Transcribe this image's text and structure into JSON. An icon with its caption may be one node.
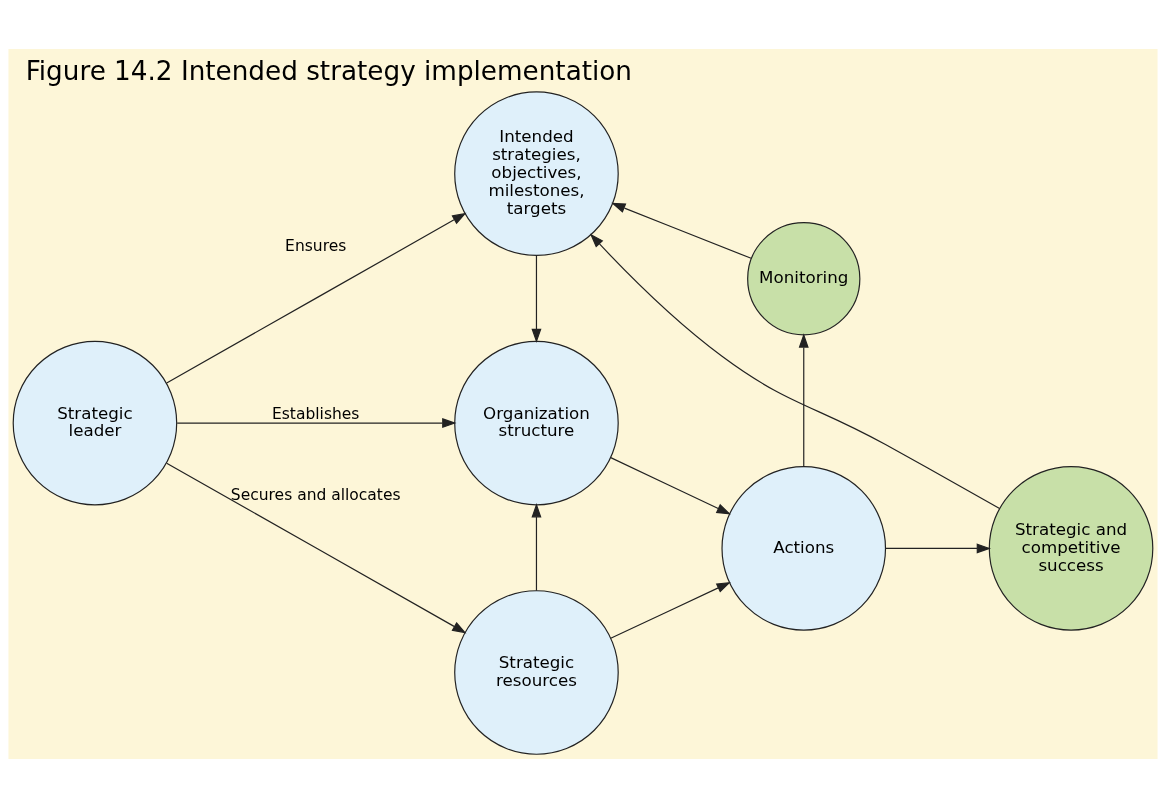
{
  "diagram": {
    "title": "Figure 14.2 Intended strategy implementation",
    "nodes": [
      {
        "text": [
          "Strategic leader"
        ]
      },
      {
        "text": [
          "Intended strategies, objectives, milestones, targets"
        ]
      },
      {
        "text": [
          "Organization structure"
        ]
      },
      {
        "text": [
          "Strategic resources"
        ]
      },
      {
        "text": [
          "Actions"
        ]
      },
      {
        "text": [
          "Monitoring"
        ]
      },
      {
        "text": [
          "Strategic and competitive success"
        ]
      }
    ],
    "edges": [
      {
        "from": 0,
        "to": 1,
        "arrow": "to",
        "label": "Ensures"
      },
      {
        "from": 0,
        "to": 2,
        "arrow": "to",
        "label": "Establishes"
      },
      {
        "from": 0,
        "to": 3,
        "arrow": "to",
        "label": "Secures and allocates"
      },
      {
        "from": 1,
        "to": 2,
        "arrow": "to"
      },
      {
        "from": 3,
        "to": 2,
        "arrow": "to"
      },
      {
        "from": 2,
        "to": 4,
        "arrow": "to"
      },
      {
        "from": 3,
        "to": 4,
        "arrow": "to"
      },
      {
        "from": 4,
        "to": 5,
        "arrow": "to"
      },
      {
        "from": 5,
        "to": 1,
        "arrow": "to"
      },
      {
        "from": 4,
        "to": 6,
        "arrow": "to"
      },
      {
        "from": 6,
        "to": 1,
        "arrow": "to"
      }
    ]
  }
}
